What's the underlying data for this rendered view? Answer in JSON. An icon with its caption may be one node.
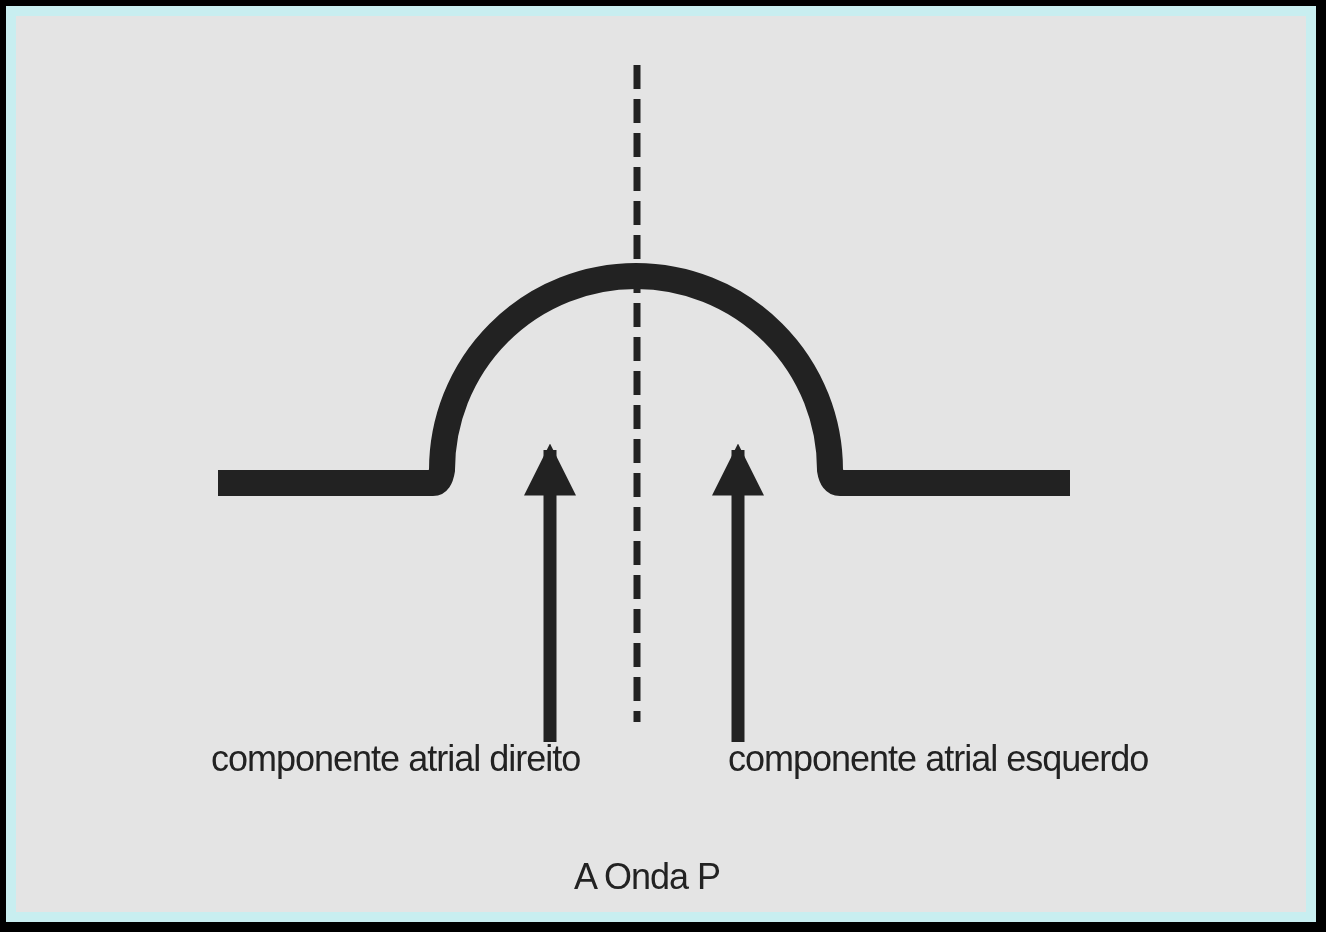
{
  "diagram": {
    "caption": "A Onda P",
    "nodes": [
      {
        "text": [
          "componente atrial direito"
        ]
      },
      {
        "text": [
          "componente atrial esquerdo"
        ]
      }
    ],
    "edges": [
      {
        "from": 0,
        "to": null,
        "arrow": "to"
      },
      {
        "from": 1,
        "to": null,
        "arrow": "to"
      }
    ]
  }
}
